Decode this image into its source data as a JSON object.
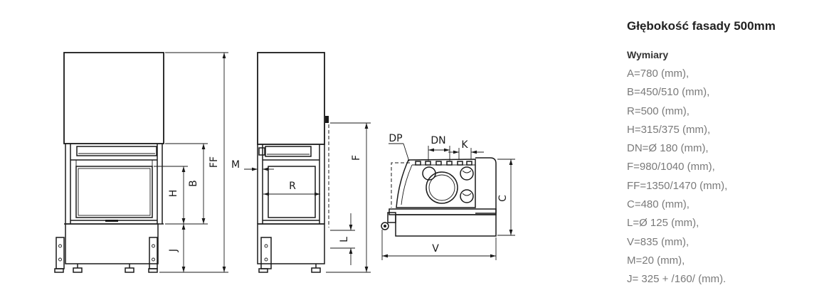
{
  "theme": {
    "drawing_line": "#1a1a1a",
    "background": "#ffffff",
    "heading_text": "#212121",
    "subheading_text": "#333333",
    "body_text": "#7a7a7a"
  },
  "drawing": {
    "front_view": {
      "labels": {
        "ff": "FF",
        "b": "B",
        "h": "H",
        "j": "J"
      }
    },
    "side_view": {
      "labels": {
        "m": "M",
        "r": "R",
        "f": "F",
        "l": "L"
      }
    },
    "top_view": {
      "labels": {
        "dp": "DP",
        "dn": "DN",
        "k": "K",
        "c": "C",
        "v": "V"
      }
    }
  },
  "specs": {
    "title": "Głębokość fasady 500mm",
    "section_title": "Wymiary",
    "items": [
      "A=780 (mm),",
      "B=450/510 (mm),",
      "R=500 (mm),",
      "H=315/375 (mm),",
      "DN=Ø 180 (mm),",
      "F=980/1040 (mm),",
      "FF=1350/1470 (mm),",
      "C=480 (mm),",
      "L=Ø 125 (mm),",
      "V=835 (mm),",
      "M=20 (mm),",
      "J= 325 + /160/ (mm)."
    ]
  }
}
